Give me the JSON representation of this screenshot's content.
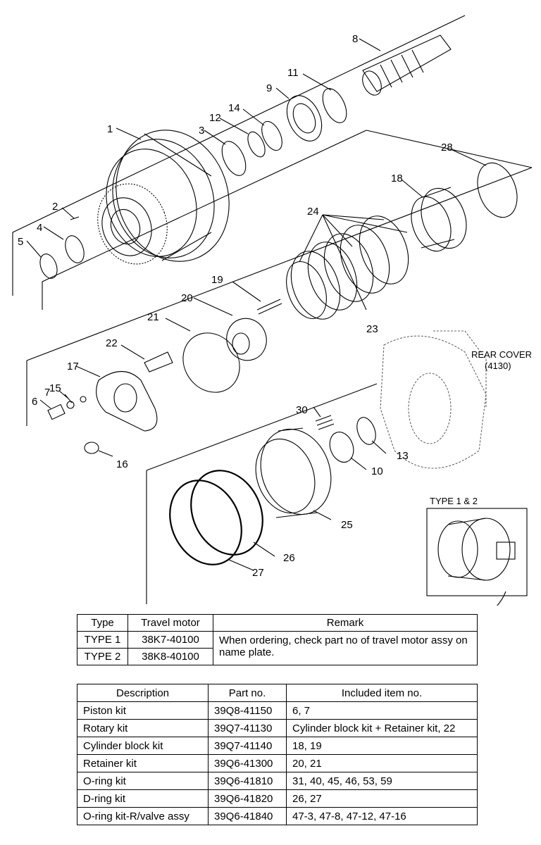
{
  "labels": {
    "p1": "1",
    "p2": "2",
    "p3": "3",
    "p4": "4",
    "p5": "5",
    "p6": "6",
    "p7": "7",
    "p8": "8",
    "p9": "9",
    "p10": "10",
    "p11": "11",
    "p12": "12",
    "p13": "13",
    "p14": "14",
    "p15": "15",
    "p16": "16",
    "p17": "17",
    "p18": "18",
    "p19": "19",
    "p20": "20",
    "p21": "21",
    "p22": "22",
    "p23": "23",
    "p24": "24",
    "p25": "25",
    "p26": "26",
    "p27": "27",
    "p28": "28",
    "p30": "30"
  },
  "rear_cover": {
    "line1": "REAR COVER",
    "line2": "(4130)"
  },
  "inset": {
    "title": "TYPE 1 & 2"
  },
  "type_table": {
    "headers": [
      "Type",
      "Travel motor",
      "Remark"
    ],
    "rows": [
      {
        "type": "TYPE 1",
        "motor": "38K7-40100"
      },
      {
        "type": "TYPE 2",
        "motor": "38K8-40100"
      }
    ],
    "remark": "When ordering, check part no of travel motor assy on name plate."
  },
  "kit_table": {
    "headers": [
      "Description",
      "Part no.",
      "Included item no."
    ],
    "rows": [
      {
        "desc": "Piston kit",
        "part": "39Q8-41150",
        "items": "6, 7"
      },
      {
        "desc": "Rotary kit",
        "part": "39Q7-41130",
        "items": "Cylinder block kit + Retainer kit, 22"
      },
      {
        "desc": "Cylinder block kit",
        "part": "39Q7-41140",
        "items": "18, 19"
      },
      {
        "desc": "Retainer kit",
        "part": "39Q6-41300",
        "items": "20, 21"
      },
      {
        "desc": "O-ring kit",
        "part": "39Q6-41810",
        "items": "31, 40, 45, 46, 53, 59"
      },
      {
        "desc": "D-ring kit",
        "part": "39Q6-41820",
        "items": "26, 27"
      },
      {
        "desc": "O-ring kit-R/valve assy",
        "part": "39Q6-41840",
        "items": "47-3, 47-8, 47-12, 47-16"
      }
    ]
  }
}
